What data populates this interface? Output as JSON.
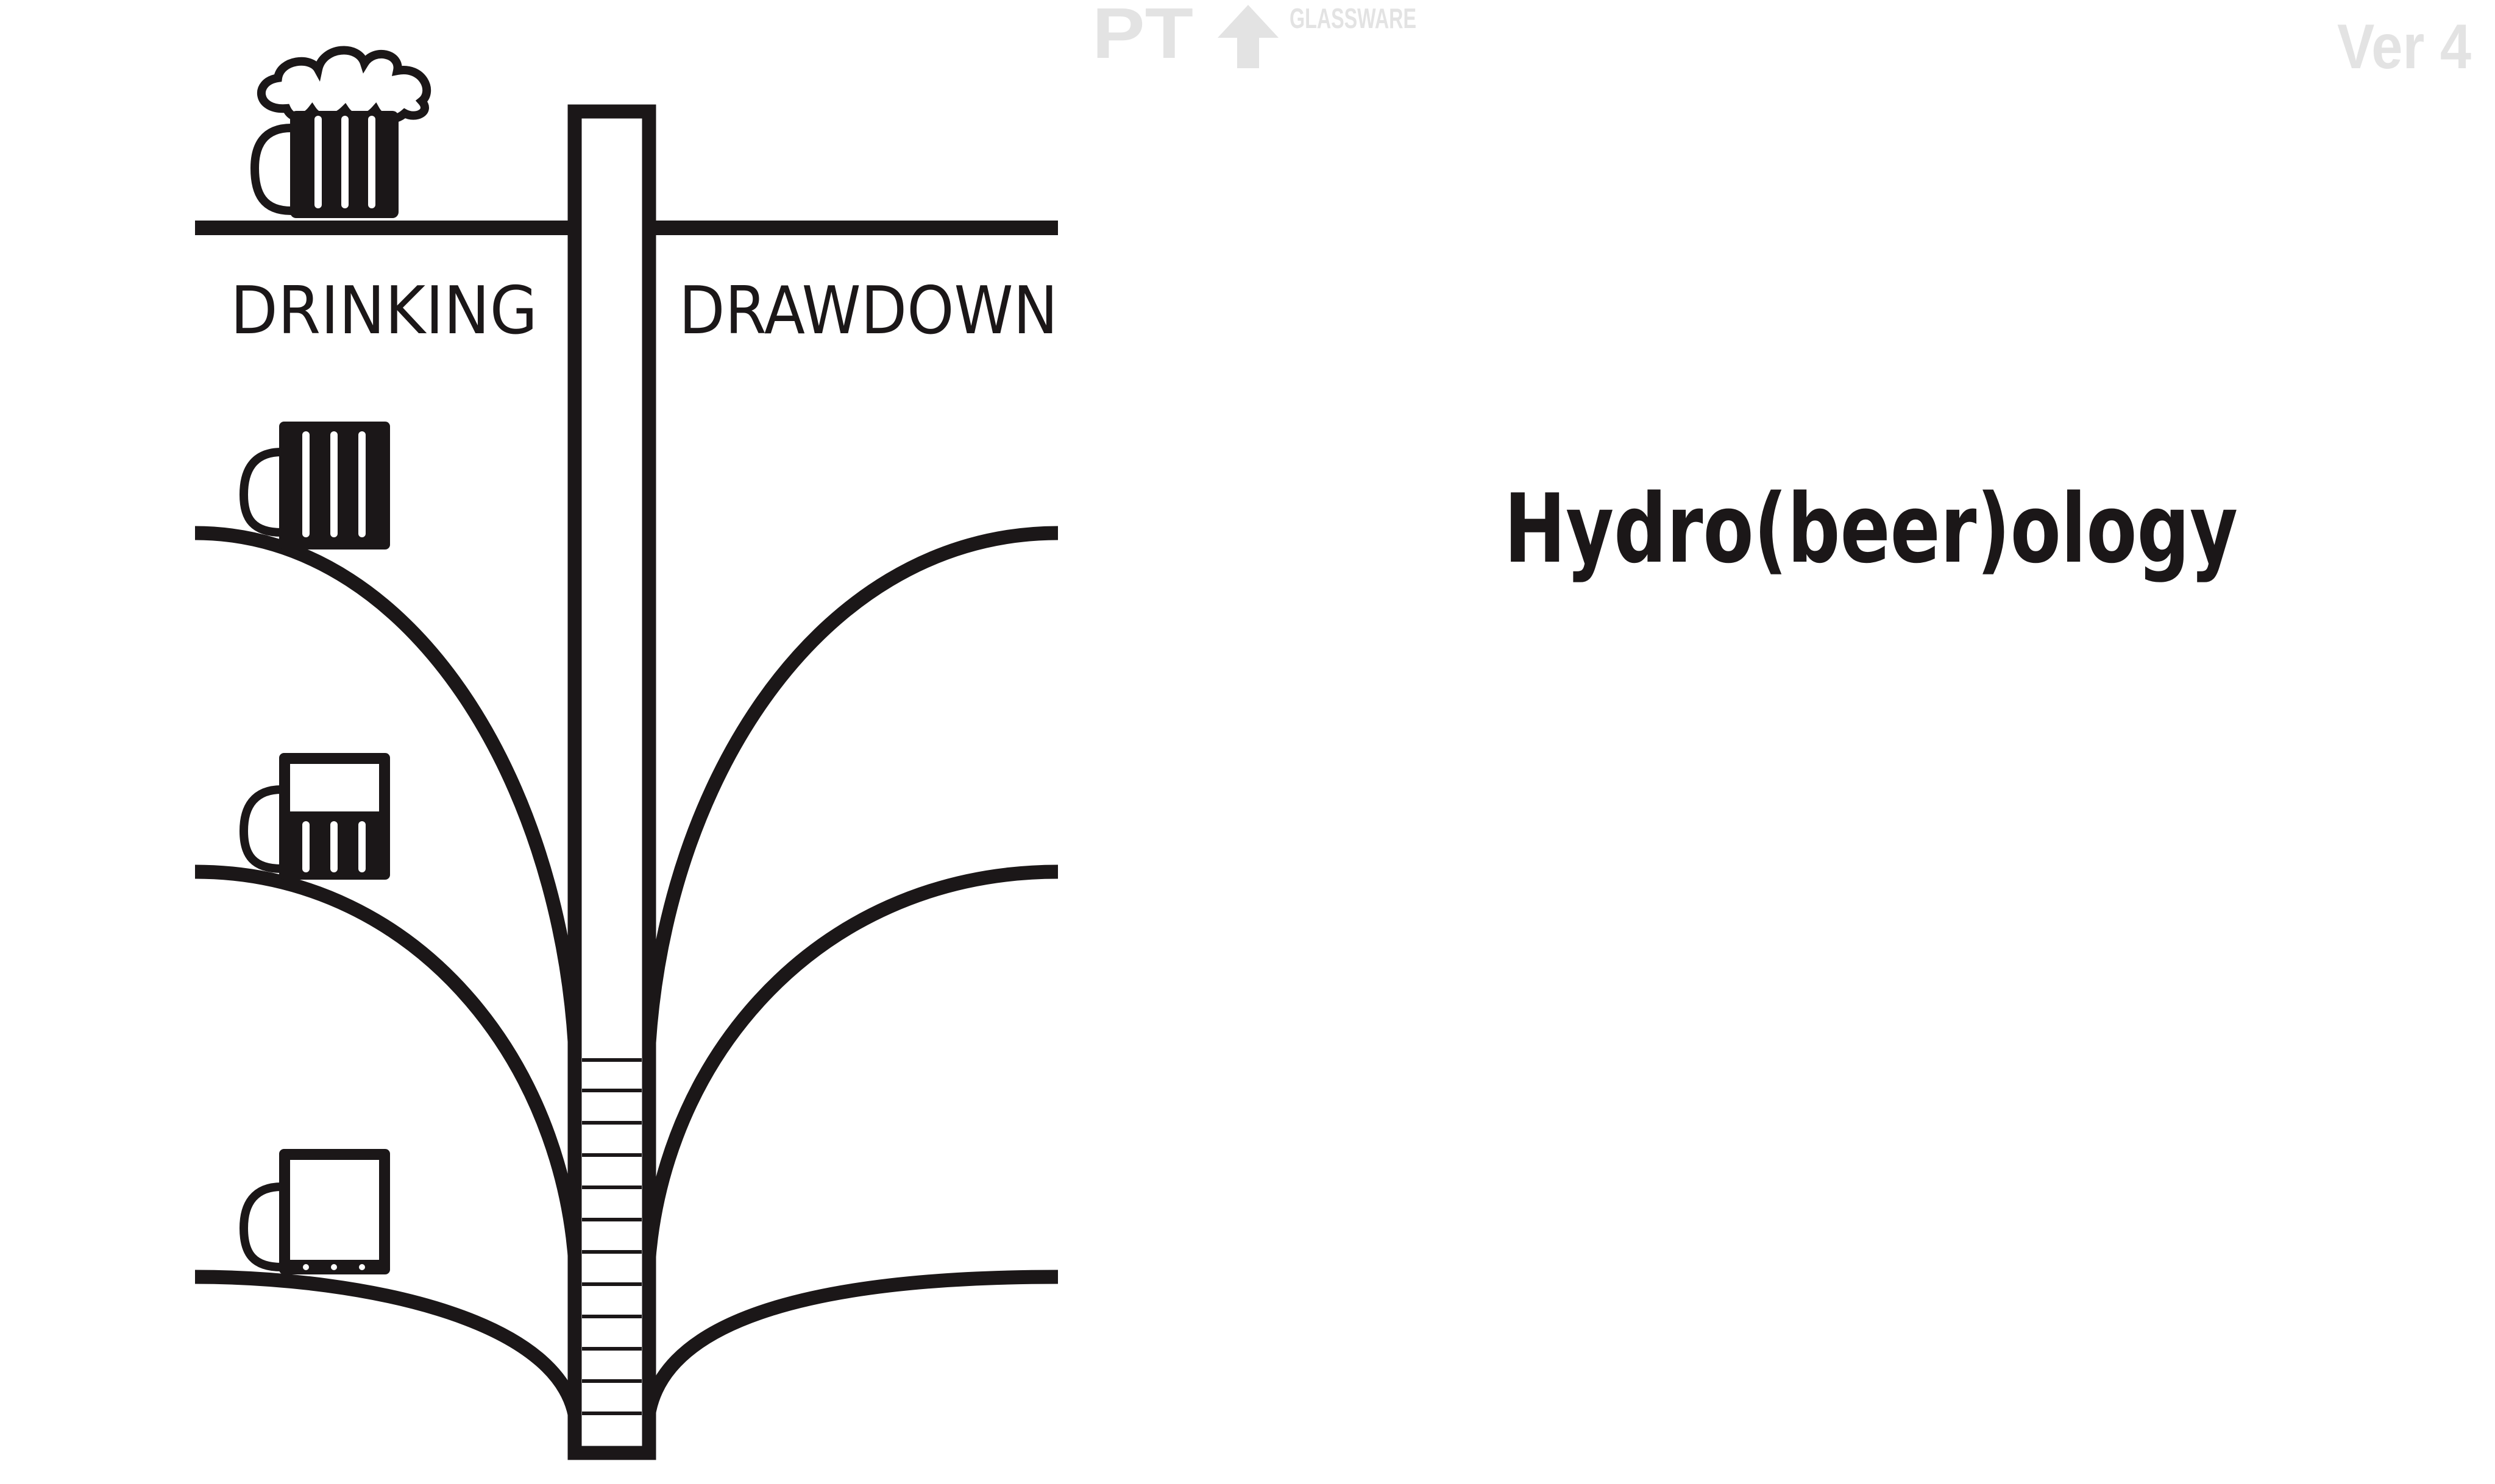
{
  "logo": {
    "letters": "PT",
    "word": "GLASSWARE"
  },
  "version_label": "Ver 4",
  "title": "Hydro(beer)ology",
  "labels": {
    "left": "DRINKING",
    "right": "DRAWDOWN"
  },
  "icons": {
    "top_mug": "full-beer-mug-icon",
    "mug_2": "three-quarter-beer-mug-icon",
    "mug_3": "half-beer-mug-icon",
    "mug_4": "empty-beer-mug-icon"
  },
  "colors": {
    "ink": "#1b1718",
    "watermark": "#e3e3e3",
    "background": "#ffffff"
  }
}
